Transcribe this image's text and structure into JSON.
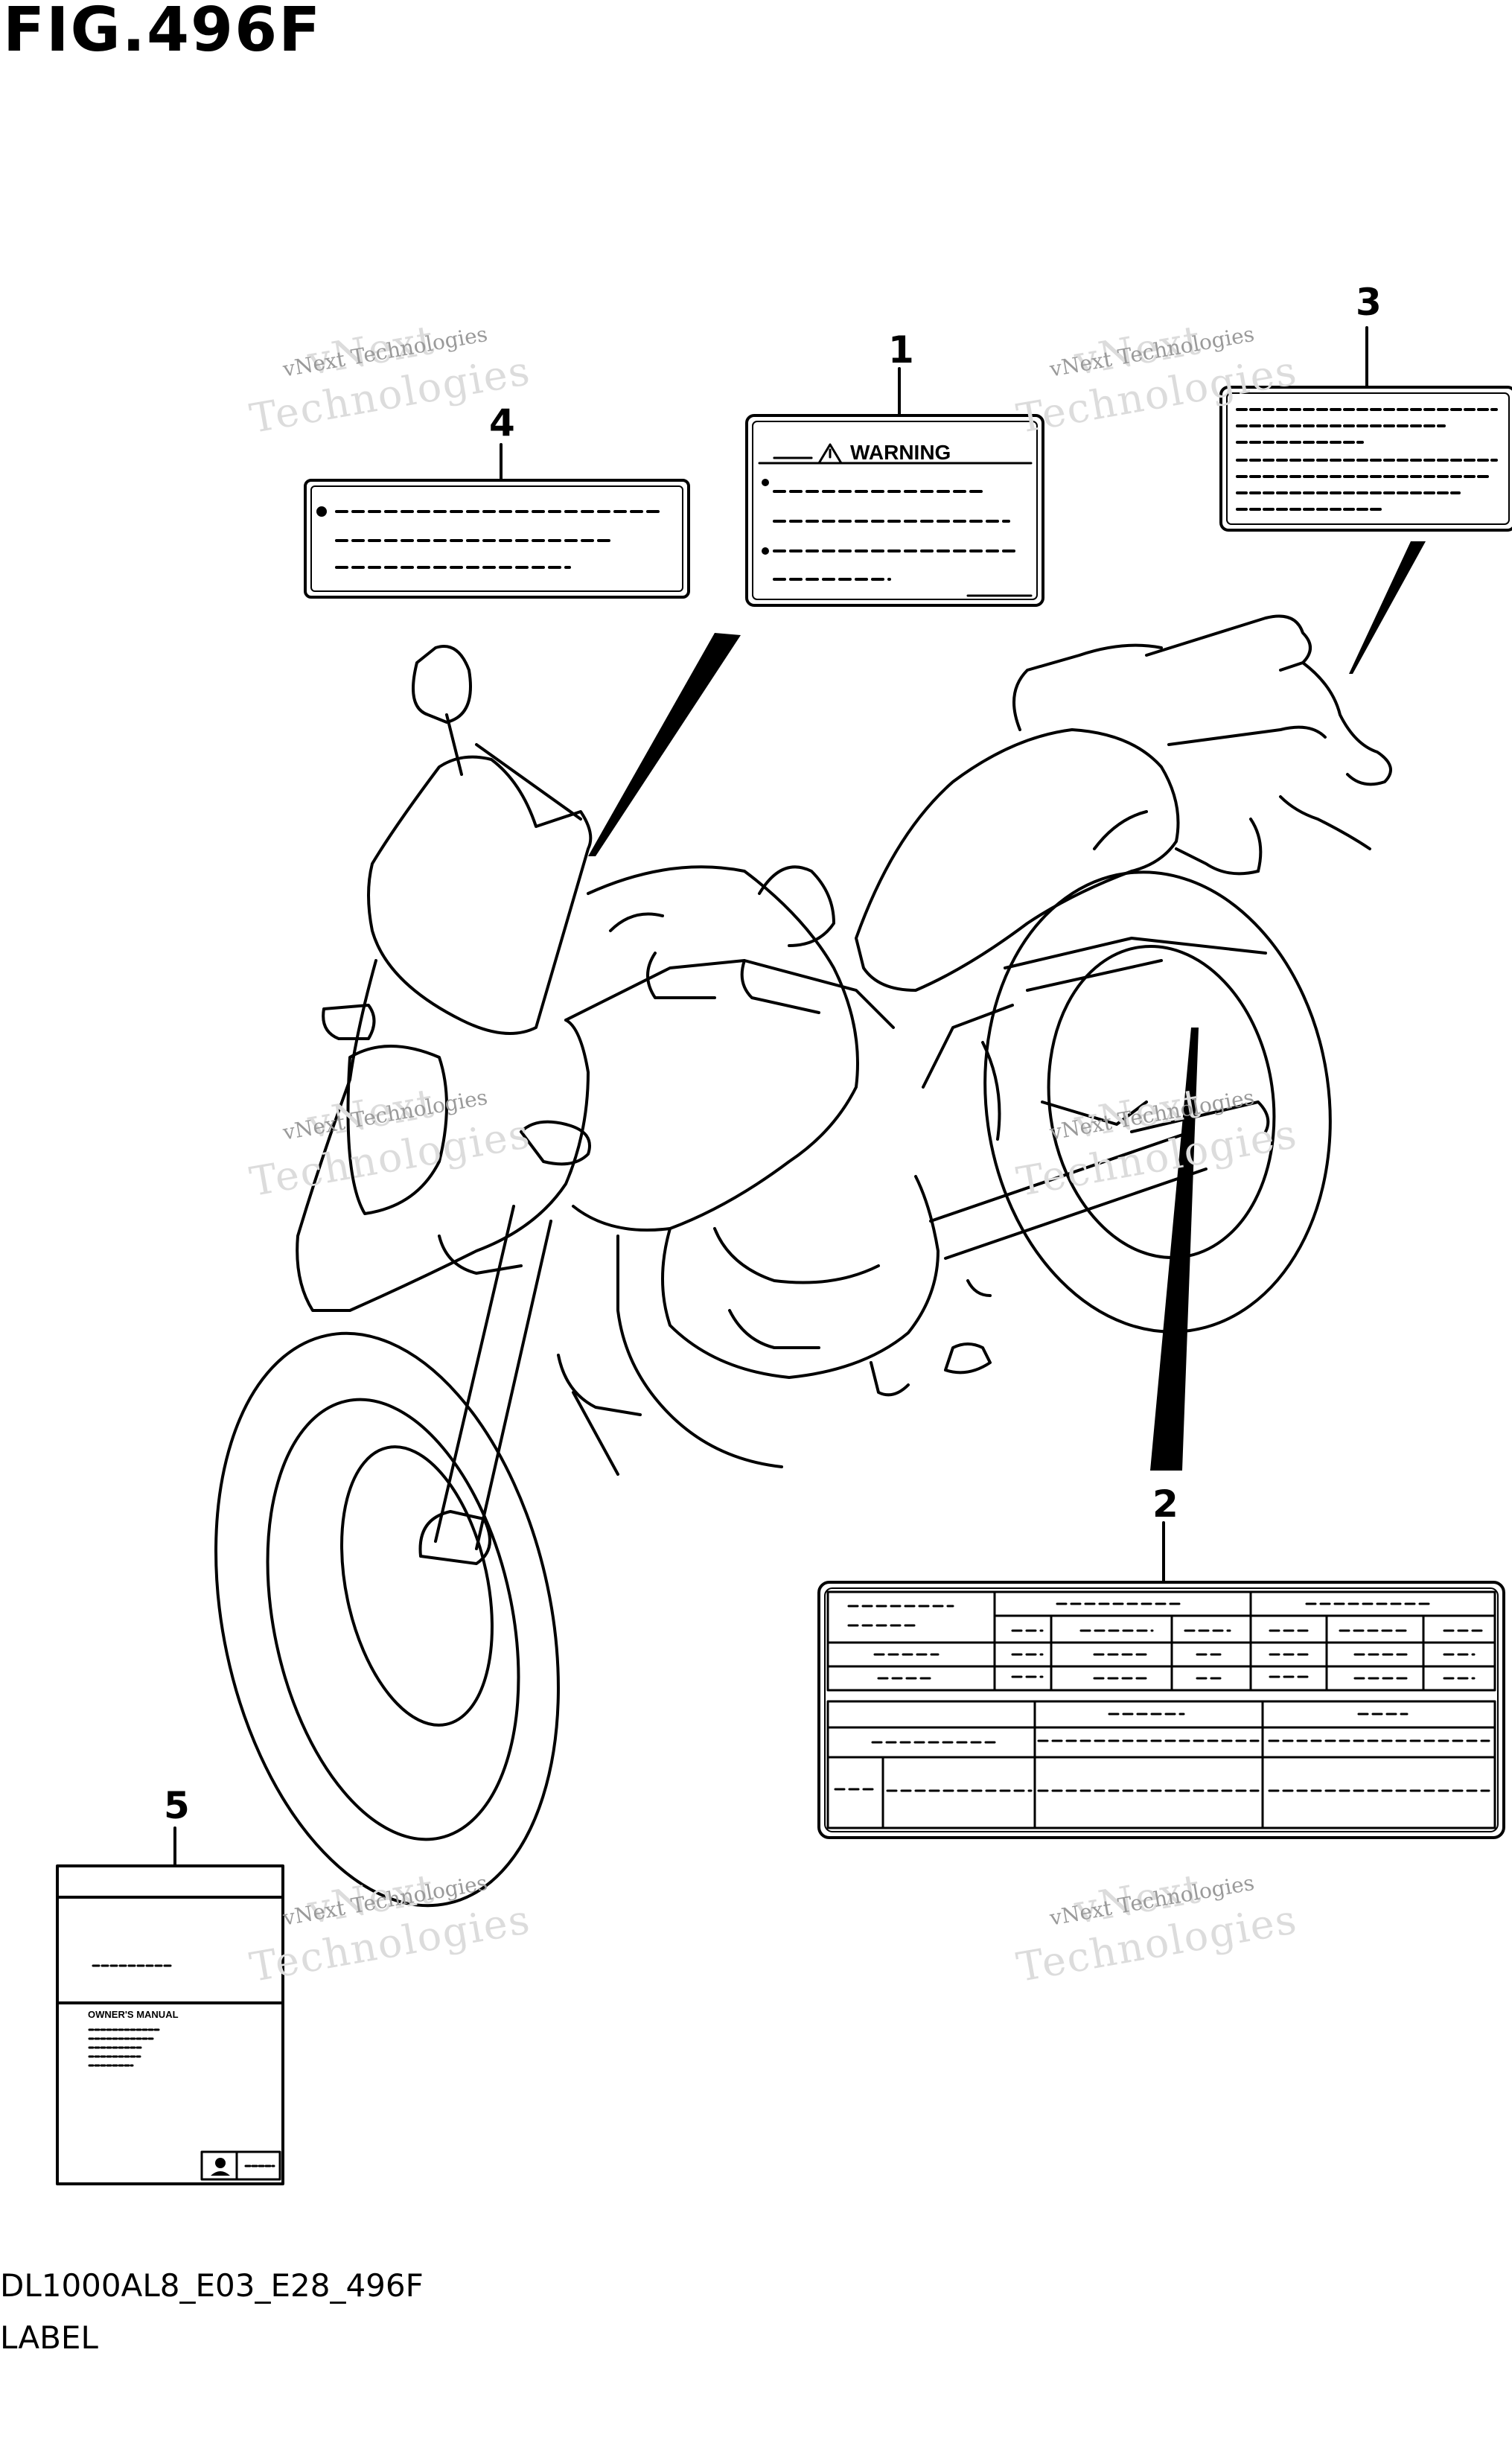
{
  "title": "FIG.496F",
  "callouts": [
    "1",
    "2",
    "3",
    "4",
    "5"
  ],
  "labels": {
    "warning_header": "WARNING",
    "manual_title": "OWNER'S MANUAL"
  },
  "watermark": {
    "small": "vNext Technologies",
    "large_line1": "vNext",
    "large_line2": "Technologies"
  },
  "footer": {
    "code": "DL1000AL8_E03_E28_496F",
    "label": "LABEL"
  }
}
